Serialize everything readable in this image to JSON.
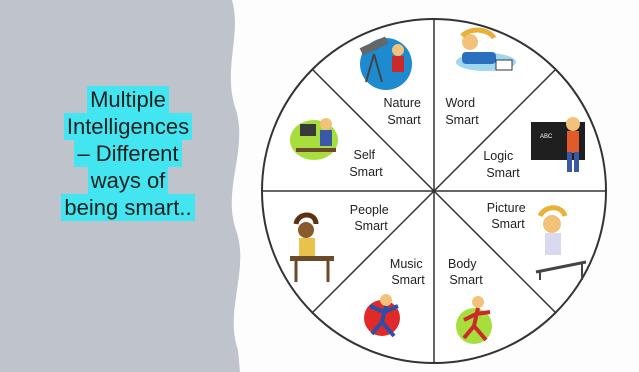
{
  "slide": {
    "title_lines": [
      "Multiple",
      "Intelligences",
      "– Different",
      "ways of",
      "being smart.."
    ],
    "colors": {
      "panel": "#bfc3cc",
      "highlight": "#43e6f0",
      "wheel_line": "#333333"
    }
  },
  "wheel": {
    "segments": [
      {
        "id": "word",
        "lines": [
          "Word",
          "Smart"
        ],
        "icon": "child-reading-icon"
      },
      {
        "id": "logic",
        "lines": [
          "Logic",
          "Smart"
        ],
        "icon": "chalkboard-child-icon"
      },
      {
        "id": "picture",
        "lines": [
          "Picture",
          "Smart"
        ],
        "icon": "child-drawing-icon"
      },
      {
        "id": "body",
        "lines": [
          "Body",
          "Smart"
        ],
        "icon": "child-running-icon"
      },
      {
        "id": "music",
        "lines": [
          "Music",
          "Smart"
        ],
        "icon": "child-dancing-icon"
      },
      {
        "id": "people",
        "lines": [
          "People",
          "Smart"
        ],
        "icon": "child-at-desk-icon"
      },
      {
        "id": "self",
        "lines": [
          "Self",
          "Smart"
        ],
        "icon": "child-computer-icon"
      },
      {
        "id": "nature",
        "lines": [
          "Nature",
          "Smart"
        ],
        "icon": "telescope-child-icon"
      }
    ]
  }
}
